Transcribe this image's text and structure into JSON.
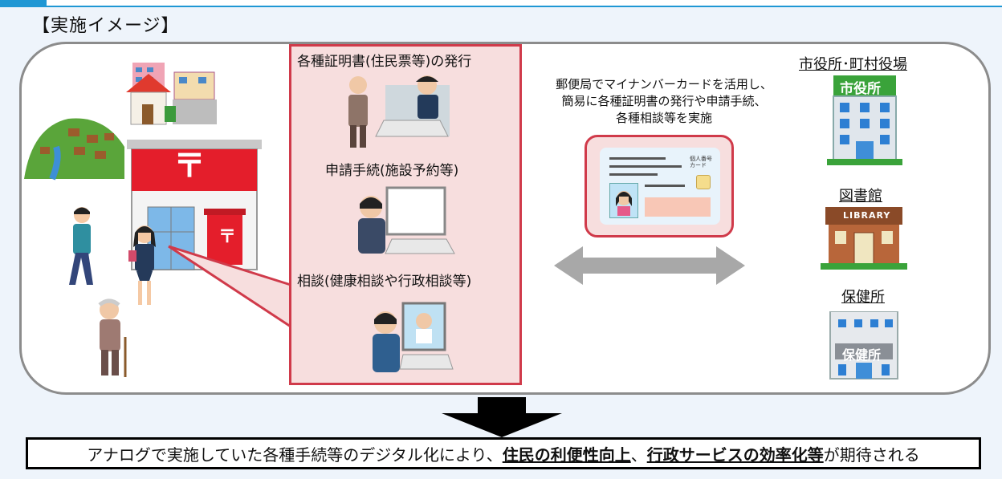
{
  "section_title": "【実施イメージ】",
  "services": {
    "certificates": "各種証明書(住民票等)の発行",
    "applications": "申請手続(施設予約等)",
    "consultation": "相談(健康相談や行政相談等)"
  },
  "description": [
    "郵便局でマイナンバーカードを活用し、",
    "簡易に各種証明書の発行や申請手続、",
    "各種相談等を実施"
  ],
  "facilities": {
    "city_hall": "市役所･町村役場",
    "city_hall_sign": "市役所",
    "library": "図書館",
    "library_sign": "LIBRARY",
    "health_center": "保健所",
    "health_center_sign": "保健所"
  },
  "card": {
    "tag": "個人番号カード"
  },
  "post_office": {
    "symbol": "〒"
  },
  "conclusion": {
    "prefix": "アナログで実施していた各種手続等のデジタル化により、",
    "highlight1": "住民の利便性向上",
    "separator": "、",
    "highlight2": "行政サービスの効率化等",
    "suffix": "が期待される"
  },
  "colors": {
    "accent": "#1f97d4",
    "callout_border": "#d03a4a",
    "callout_fill": "#f7dede",
    "post_red": "#e41e2b"
  }
}
